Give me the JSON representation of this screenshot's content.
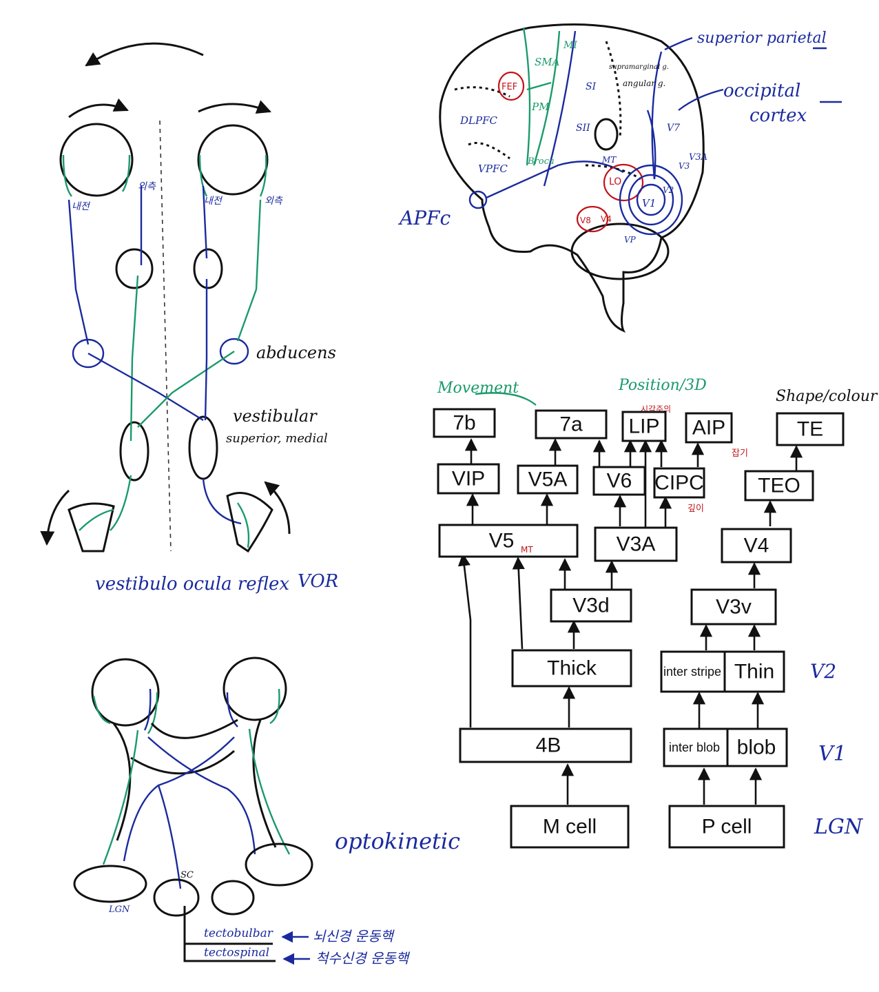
{
  "vor": {
    "eye_left_label_1": "내전",
    "eye_left_label_2": "외측",
    "eye_right_label_1": "내전",
    "eye_right_label_2": "외측",
    "abducens": "abducens",
    "vestibular_1": "vestibular",
    "vestibular_2": "superior, medial",
    "caption": "vestibulo ocula reflex",
    "abbr": "VOR"
  },
  "brain": {
    "superior_parietal": "superior parietal",
    "occipital_1": "occipital",
    "occipital_2": "cortex",
    "apfc": "APFc",
    "regions": [
      "SMA",
      "MI",
      "FEF",
      "DLPFC",
      "PM",
      "VPFC",
      "Broca",
      "SI",
      "SII",
      "supramarginal g.",
      "angular g.",
      "MT",
      "LO",
      "V8",
      "V4",
      "V1",
      "V2",
      "V3",
      "V3A",
      "V7",
      "VP"
    ]
  },
  "hierarchy": {
    "heading_movement": "Movement",
    "heading_position": "Position/3D",
    "heading_shape": "Shape/colour",
    "lip_note": "시각주의",
    "aip_note": "잡기",
    "cipc_note": "깊이",
    "v5_sub": "MT",
    "nodes": {
      "b7b": "7b",
      "b7a": "7a",
      "lip": "LIP",
      "aip": "AIP",
      "te": "TE",
      "vip": "VIP",
      "v5a": "V5A",
      "v6": "V6",
      "cipc": "CIPC",
      "teo": "TEO",
      "v5": "V5",
      "v3a": "V3A",
      "v4": "V4",
      "v3d": "V3d",
      "v3v": "V3v",
      "thick": "Thick",
      "interstripe": "inter stripe",
      "thin": "Thin",
      "b4b": "4B",
      "interblob": "inter blob",
      "blob": "blob",
      "mcell": "M cell",
      "pcell": "P cell"
    },
    "level_v2": "V2",
    "level_v1": "V1",
    "level_lgn": "LGN"
  },
  "okn": {
    "lgn": "LGN",
    "sc": "SC",
    "tectobulbar": "tectobulbar",
    "tectospinal": "tectospinal",
    "target_1": "뇌신경 운동핵",
    "target_2": "척수신경 운동핵",
    "caption": "optokinetic"
  },
  "colors": {
    "ink_blue": "#1a2a9e",
    "ink_green": "#1a9a6a",
    "ink_red": "#c0141a",
    "ink_black": "#111111"
  }
}
